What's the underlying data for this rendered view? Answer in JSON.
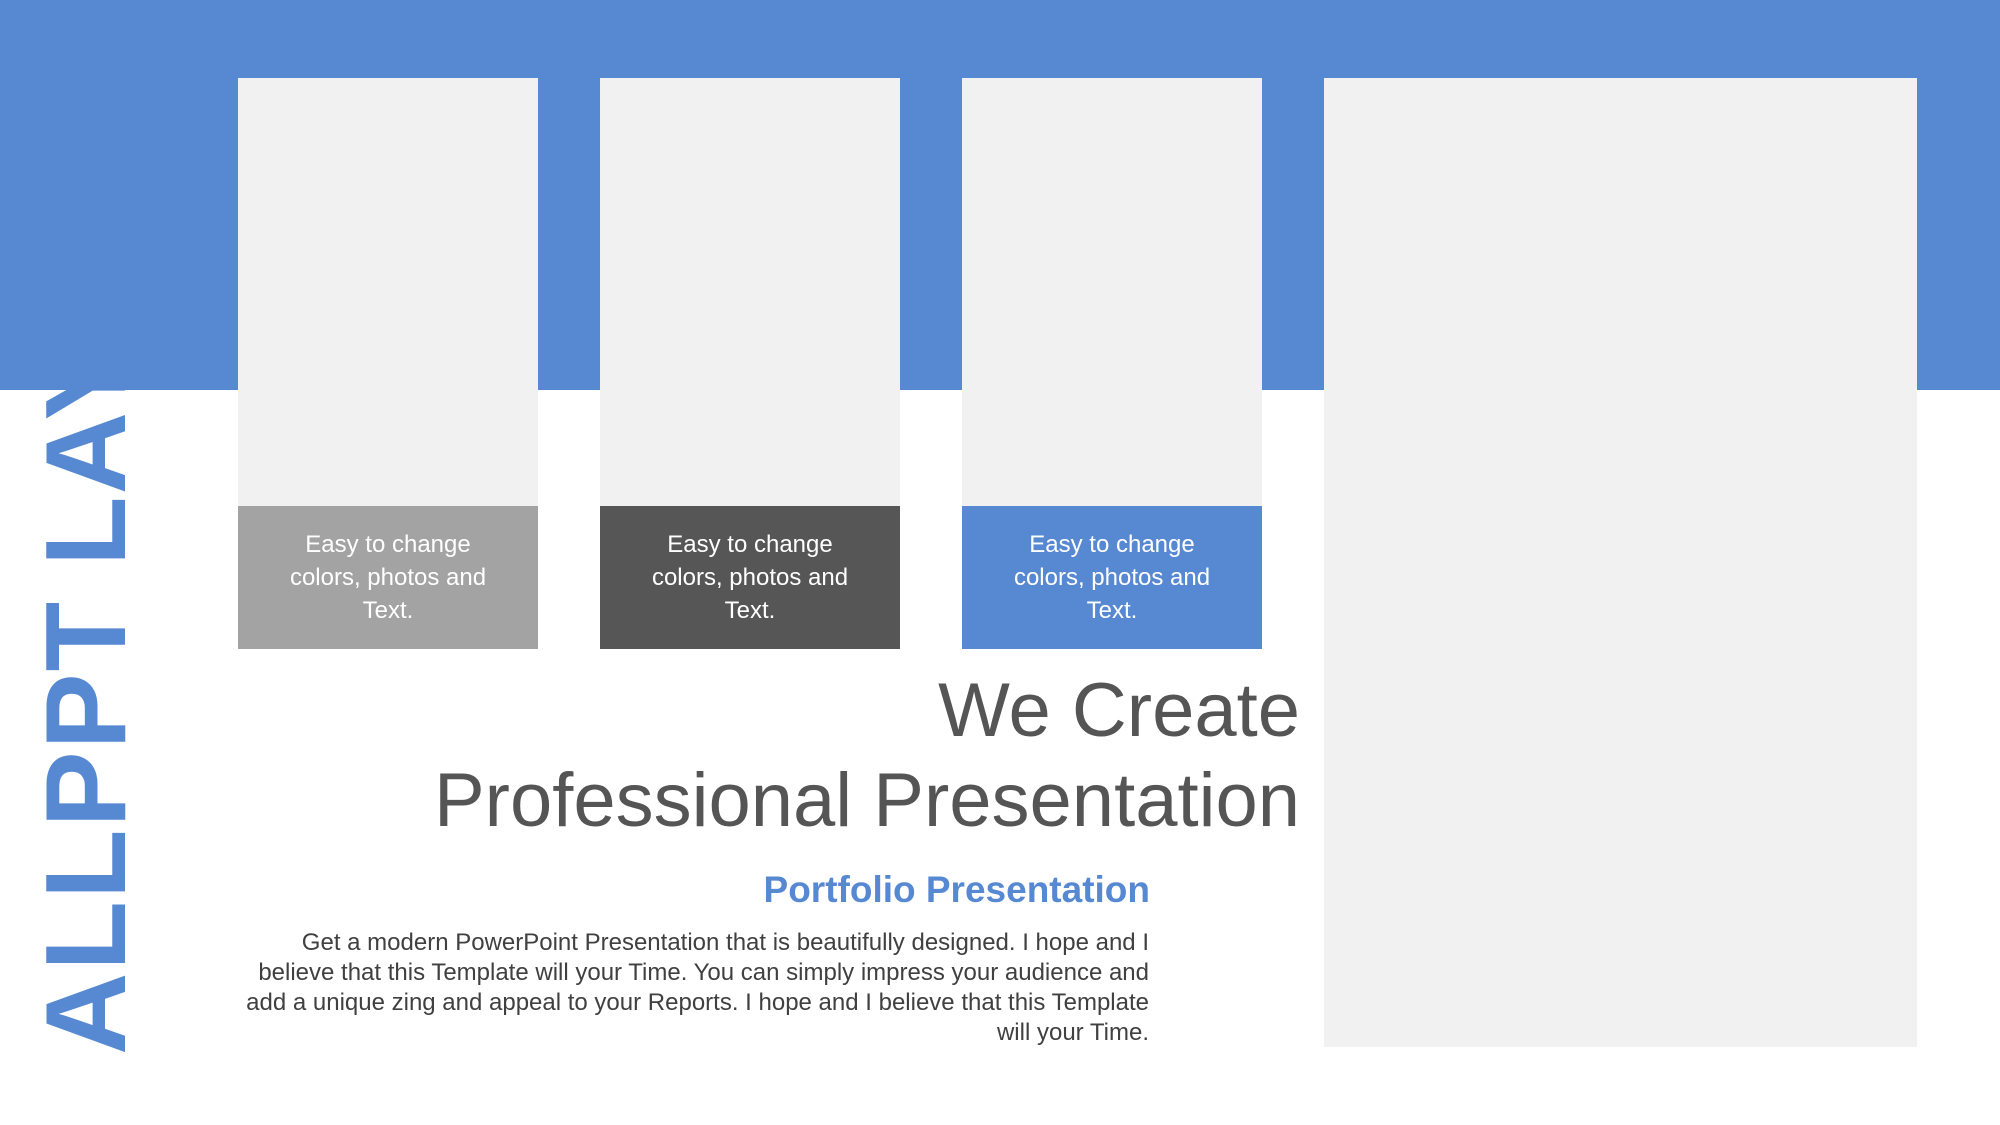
{
  "slide": {
    "vertical_title": "ALLPPT LAYOUT",
    "cards": [
      {
        "caption": "Easy to change colors, photos and Text.",
        "color": "#a3a3a3"
      },
      {
        "caption": "Easy to change colors, photos and Text.",
        "color": "#565656"
      },
      {
        "caption": "Easy to change colors, photos and Text.",
        "color": "#5789d3"
      }
    ],
    "headline": {
      "line1": "We Create",
      "line2": "Professional Presentation"
    },
    "subtitle": "Portfolio Presentation",
    "body": "Get a modern PowerPoint  Presentation that is beautifully designed.  I hope and I believe that this Template will your Time. You can simply impress your audience and add a unique zing and appeal to your Reports. I hope and I believe that this Template will your Time.",
    "colors": {
      "accent": "#5789d3",
      "placeholder": "#f1f1f1",
      "headline": "#555555"
    }
  }
}
